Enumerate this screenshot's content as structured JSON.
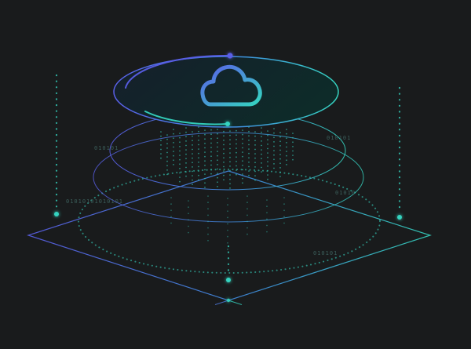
{
  "illustration": {
    "name": "cloud-data-platform-illustration",
    "binary_labels": [
      {
        "text": "010101"
      },
      {
        "text": "01010101010101"
      },
      {
        "text": "010101"
      },
      {
        "text": "01010"
      },
      {
        "text": "010101"
      }
    ]
  },
  "colors": {
    "background": "#191b1c",
    "indigo": "#5a5fe8",
    "blue": "#3f8fe0",
    "teal": "#35d4c0",
    "dim_teal": "#3f6662",
    "disc_fill_left": "#151f2b",
    "disc_fill_right": "#0e2b29"
  }
}
